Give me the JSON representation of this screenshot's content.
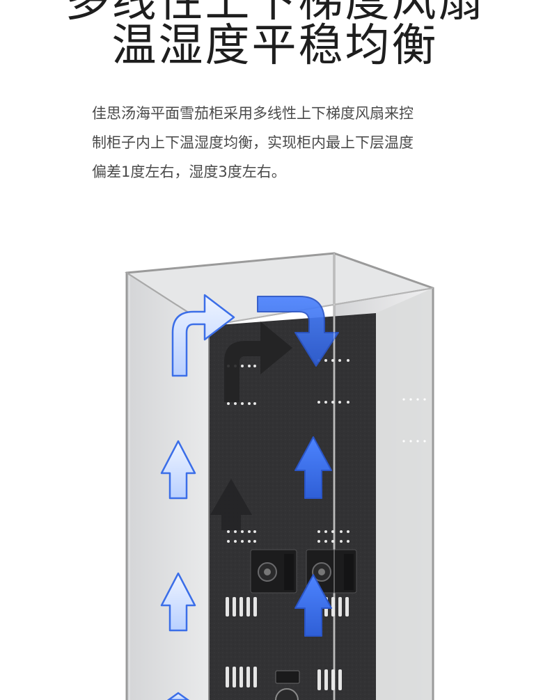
{
  "headline": {
    "line1": "多线性上下梯度风扇",
    "line2": "温湿度平稳均衡"
  },
  "description": {
    "lines": [
      "佳思汤海平面雪茄柜采用多线性上下梯度风扇来控",
      "制柜子内上下温湿度均衡，实现柜内最上下层温度",
      "偏差1度左右，湿度3度左右。"
    ]
  },
  "colors": {
    "title": "#1e1e1e",
    "body_text": "#4a4a4a",
    "panel": "#2f2f31",
    "glass_frame": "#9a9a9a",
    "arrow_blue": "#3b6ee8",
    "arrow_light": "#c9dcff"
  },
  "icons": [
    "airflow-up-arrow-icon",
    "airflow-bent-arrow-icon",
    "fan-icon",
    "vent-slot-icon"
  ]
}
